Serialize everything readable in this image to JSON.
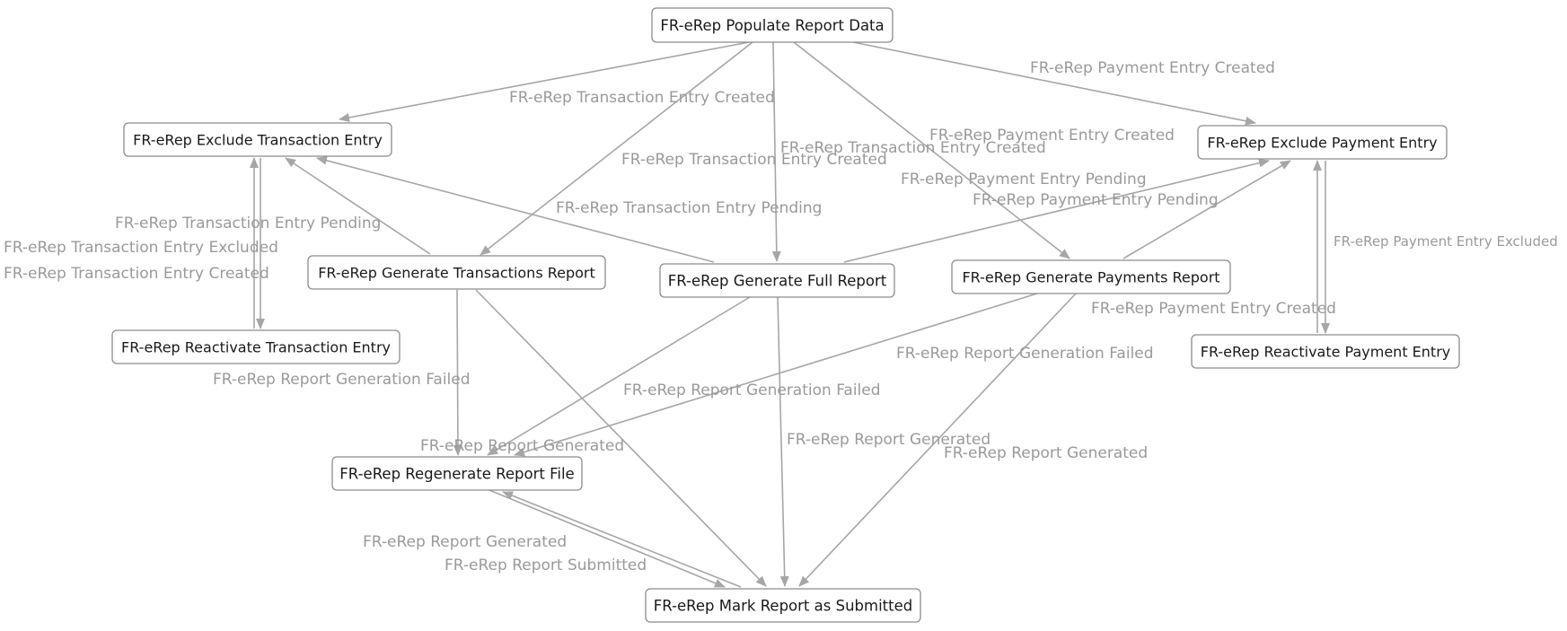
{
  "colors": {
    "node_border": "#8c8c8c",
    "node_text": "#1a1a1a",
    "edge": "#a6a6a6",
    "edge_label": "#9a9a9a",
    "background": "#ffffff"
  },
  "nodes": [
    {
      "id": "populate",
      "label": "FR-eRep Populate Report Data"
    },
    {
      "id": "exclude_txn",
      "label": "FR-eRep Exclude Transaction Entry"
    },
    {
      "id": "exclude_pay",
      "label": "FR-eRep Exclude Payment Entry"
    },
    {
      "id": "gen_txn",
      "label": "FR-eRep Generate Transactions Report"
    },
    {
      "id": "gen_full",
      "label": "FR-eRep Generate Full Report"
    },
    {
      "id": "gen_pay",
      "label": "FR-eRep Generate Payments Report"
    },
    {
      "id": "react_txn",
      "label": "FR-eRep Reactivate Transaction Entry"
    },
    {
      "id": "react_pay",
      "label": "FR-eRep Reactivate Payment Entry"
    },
    {
      "id": "regen",
      "label": "FR-eRep Regenerate Report File"
    },
    {
      "id": "submitted",
      "label": "FR-eRep Mark Report as Submitted"
    }
  ],
  "edges": [
    {
      "from": "populate",
      "to": "exclude_txn"
    },
    {
      "from": "populate",
      "to": "exclude_pay"
    },
    {
      "from": "populate",
      "to": "gen_txn"
    },
    {
      "from": "populate",
      "to": "gen_full"
    },
    {
      "from": "populate",
      "to": "gen_pay"
    },
    {
      "from": "gen_txn",
      "to": "exclude_txn"
    },
    {
      "from": "gen_full",
      "to": "exclude_txn"
    },
    {
      "from": "gen_full",
      "to": "exclude_pay"
    },
    {
      "from": "gen_pay",
      "to": "exclude_pay"
    },
    {
      "from": "react_txn",
      "to": "exclude_txn"
    },
    {
      "from": "exclude_txn",
      "to": "react_txn"
    },
    {
      "from": "react_pay",
      "to": "exclude_pay"
    },
    {
      "from": "exclude_pay",
      "to": "react_pay"
    },
    {
      "from": "gen_txn",
      "to": "regen"
    },
    {
      "from": "gen_full",
      "to": "regen"
    },
    {
      "from": "gen_pay",
      "to": "regen"
    },
    {
      "from": "gen_txn",
      "to": "submitted"
    },
    {
      "from": "gen_full",
      "to": "submitted"
    },
    {
      "from": "gen_pay",
      "to": "submitted"
    },
    {
      "from": "regen",
      "to": "submitted"
    },
    {
      "from": "submitted",
      "to": "regen"
    }
  ],
  "edge_labels": [
    "FR-eRep Payment Entry Created",
    "FR-eRep Transaction Entry Created",
    "FR-eRep Payment Entry Created",
    "FR-eRep Transaction Entry Created",
    "FR-eRep Transaction Entry Created",
    "FR-eRep Payment Entry Pending",
    "FR-eRep Payment Entry Pending",
    "FR-eRep Transaction Entry Pending",
    "FR-eRep Transaction Entry Pending",
    "FR-eRep Transaction Entry Excluded",
    "FR-eRep Transaction Entry Created",
    "FR-eRep Payment Entry Excluded",
    "FR-eRep Payment Entry Created",
    "FR-eRep Report Generation Failed",
    "FR-eRep Report Generation Failed",
    "FR-eRep Report Generation Failed",
    "FR-eRep Report Generated",
    "FR-eRep Report Generated",
    "FR-eRep Report Generated",
    "FR-eRep Report Generated",
    "FR-eRep Report Submitted"
  ]
}
